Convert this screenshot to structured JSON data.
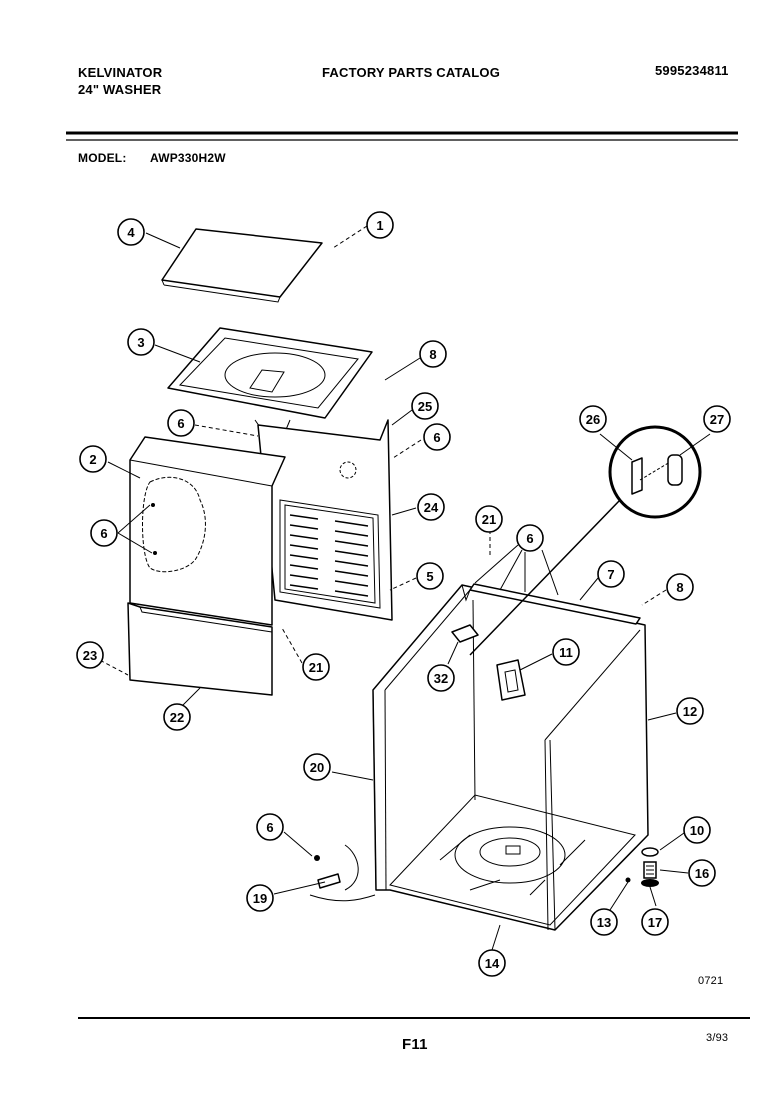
{
  "header": {
    "brand": "KELVINATOR",
    "product": "24\" WASHER",
    "catalog_title": "FACTORY PARTS CATALOG",
    "catalog_number": "5995234811",
    "model_label": "MODEL:",
    "model_number": "AWP330H2W"
  },
  "footer": {
    "page_code": "F11",
    "date": "3/93",
    "drawing_number": "0721"
  },
  "callouts": [
    "1",
    "2",
    "3",
    "4",
    "5",
    "6",
    "6",
    "6",
    "6",
    "6",
    "6",
    "7",
    "8",
    "8",
    "10",
    "11",
    "12",
    "13",
    "14",
    "16",
    "17",
    "19",
    "20",
    "21",
    "21",
    "22",
    "23",
    "24",
    "25",
    "26",
    "27",
    "32"
  ]
}
